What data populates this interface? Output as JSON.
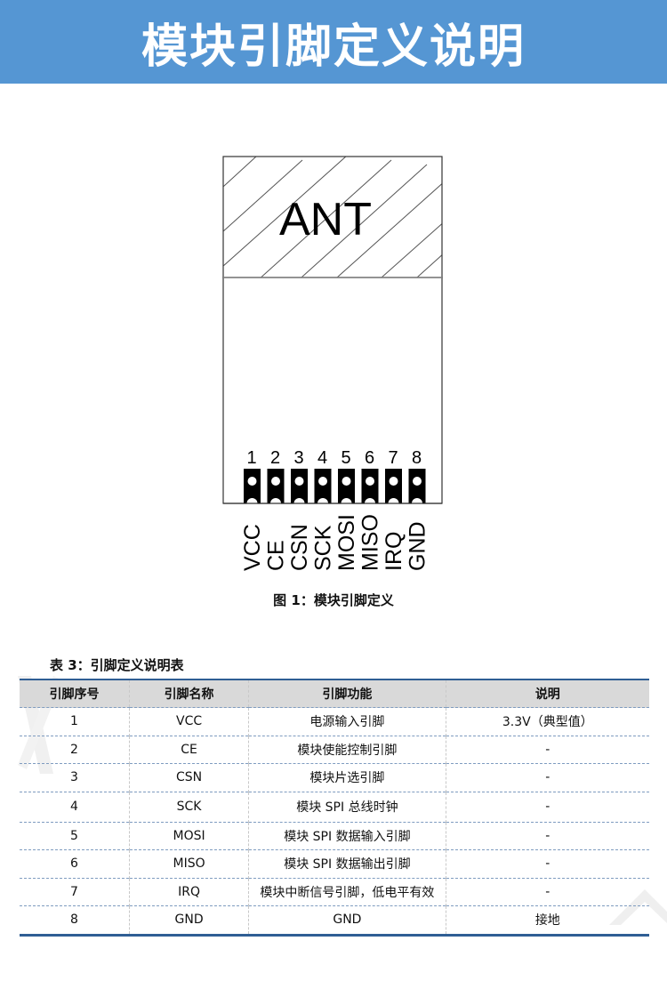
{
  "banner": {
    "title": "模块引脚定义说明",
    "color": "#5596d3"
  },
  "diagram": {
    "antenna_label": "ANT",
    "pin_numbers": [
      "1",
      "2",
      "3",
      "4",
      "5",
      "6",
      "7",
      "8"
    ],
    "pin_names": [
      "VCC",
      "CE",
      "CSN",
      "SCK",
      "MOSI",
      "MISO",
      "IRQ",
      "GND"
    ]
  },
  "figure_caption": "图 1：模块引脚定义",
  "table_caption": "表 3：引脚定义说明表",
  "table": {
    "headers": [
      "引脚序号",
      "引脚名称",
      "引脚功能",
      "说明"
    ],
    "rows": [
      [
        "1",
        "VCC",
        "电源输入引脚",
        "3.3V（典型值）"
      ],
      [
        "2",
        "CE",
        "模块使能控制引脚",
        "-"
      ],
      [
        "3",
        "CSN",
        "模块片选引脚",
        "-"
      ],
      [
        "4",
        "SCK",
        "模块 SPI 总线时钟",
        "-"
      ],
      [
        "5",
        "MOSI",
        "模块 SPI 数据输入引脚",
        "-"
      ],
      [
        "6",
        "MISO",
        "模块 SPI 数据输出引脚",
        "-"
      ],
      [
        "7",
        "IRQ",
        "模块中断信号引脚，低电平有效",
        "-"
      ],
      [
        "8",
        "GND",
        "GND",
        "接地"
      ]
    ],
    "border_color": "#2f5e94",
    "header_bg": "#d9d9d9"
  }
}
